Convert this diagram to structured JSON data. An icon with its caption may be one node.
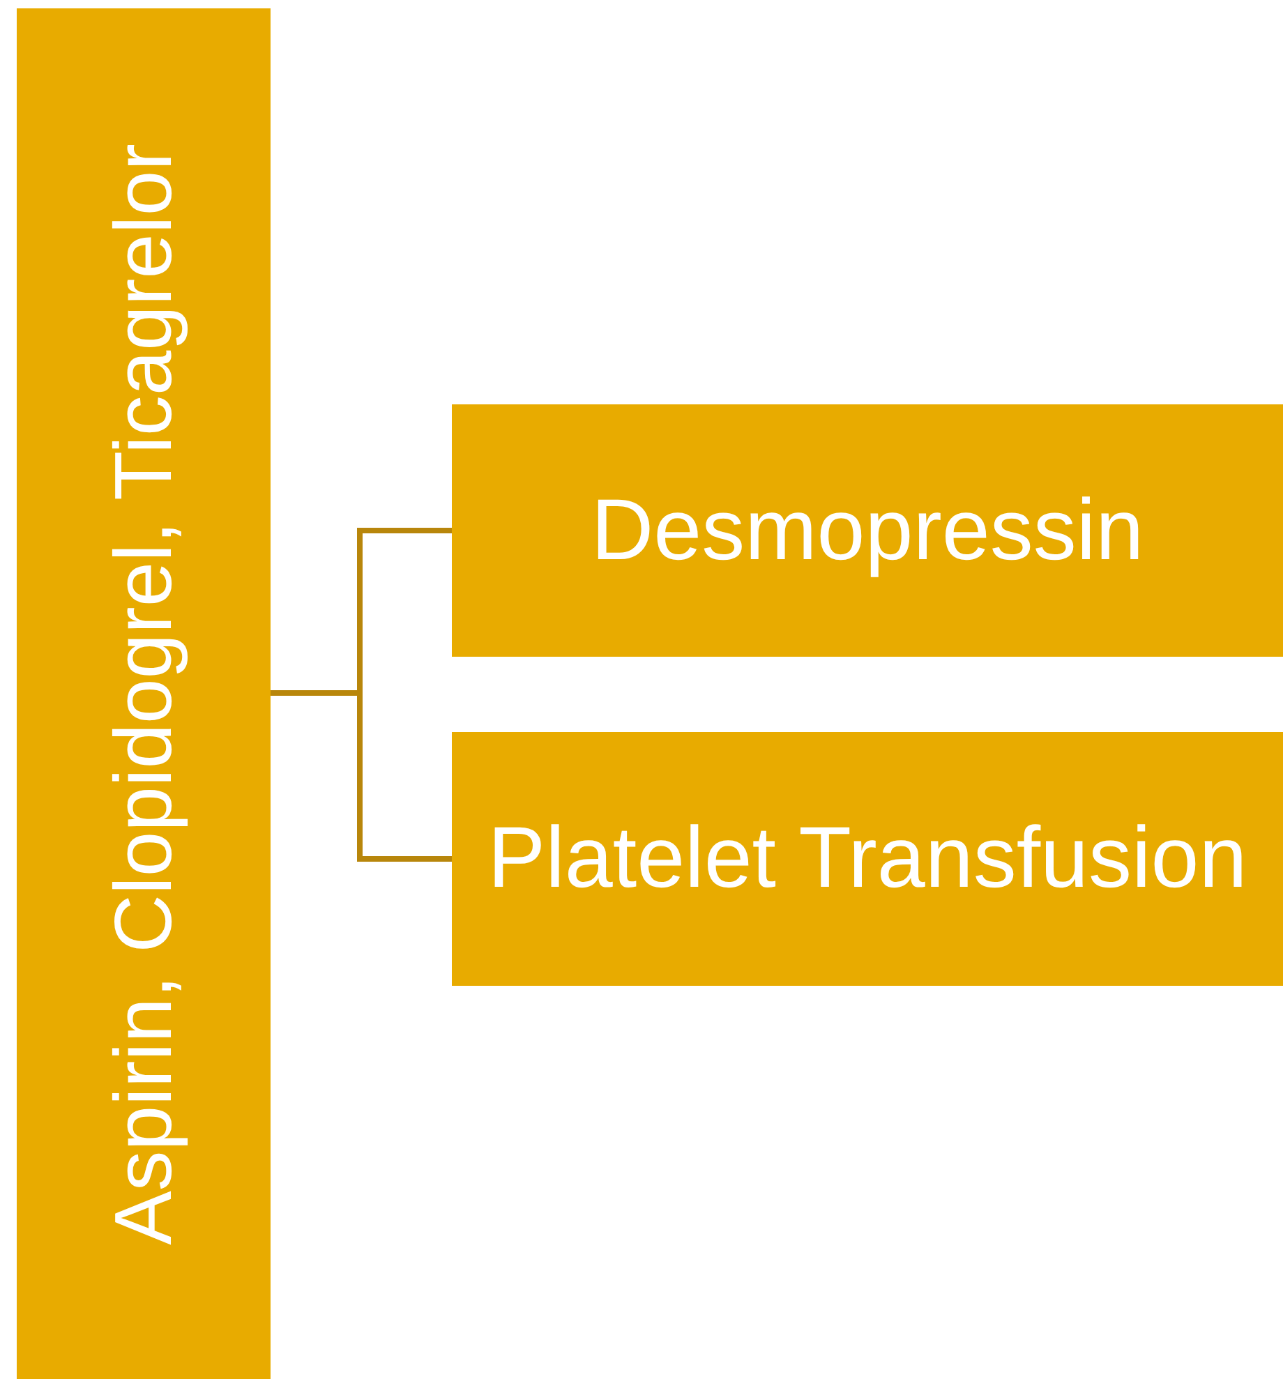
{
  "diagram": {
    "nodes": [
      {
        "text": [
          "Aspirin, Clopidogrel, Ticagrelor"
        ]
      },
      {
        "text": [
          "Desmopressin"
        ]
      },
      {
        "text": [
          "Platelet Transfusion"
        ]
      }
    ],
    "edges": [
      {
        "from": 0,
        "to": 1,
        "arrow": "none"
      },
      {
        "from": 0,
        "to": 2,
        "arrow": "none"
      }
    ]
  }
}
